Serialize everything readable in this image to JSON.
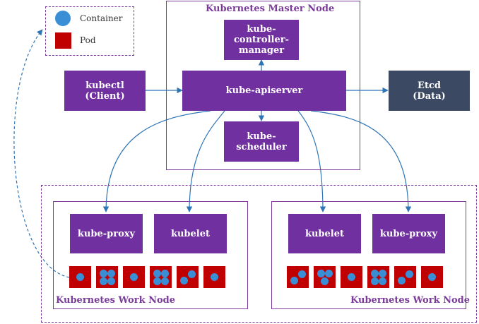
{
  "legend": {
    "container_label": "Container",
    "pod_label": "Pod"
  },
  "master": {
    "title": "Kubernetes Master Node",
    "controller_manager": "kube-\ncontroller-\nmanager",
    "apiserver": "kube-apiserver",
    "scheduler": "kube-\nscheduler"
  },
  "client": {
    "label": "kubectl\n(Client)"
  },
  "etcd": {
    "label": "Etcd\n(Data)"
  },
  "work_nodes": [
    {
      "title": "Kubernetes Work Node",
      "left_service": "kube-proxy",
      "right_service": "kubelet",
      "pods": [
        1,
        4,
        1,
        4,
        2,
        1
      ]
    },
    {
      "title": "Kubernetes Work Node",
      "left_service": "kubelet",
      "right_service": "kube-proxy",
      "pods": [
        2,
        3,
        1,
        4,
        2,
        1
      ]
    }
  ],
  "colors": {
    "service": "#7030a0",
    "etcd": "#3b4a62",
    "pod": "#c00000",
    "container": "#3a8ed6",
    "connector": "#2e75b6",
    "frame": "#7a3b9a"
  }
}
